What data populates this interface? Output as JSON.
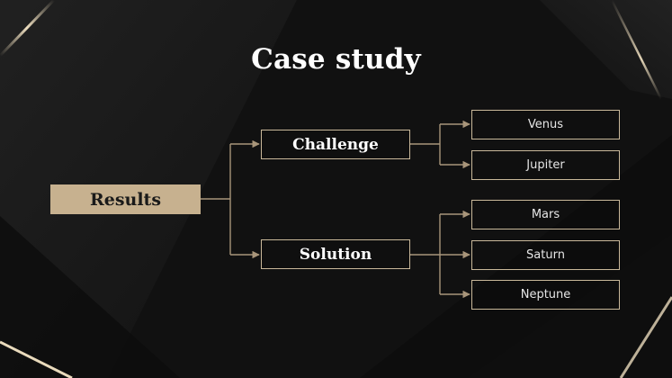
{
  "slide": {
    "title": "Case study",
    "root": "Results",
    "branches": [
      {
        "label": "Challenge",
        "children": [
          "Venus",
          "Jupiter"
        ]
      },
      {
        "label": "Solution",
        "children": [
          "Mars",
          "Saturn",
          "Neptune"
        ]
      }
    ]
  },
  "colors": {
    "background": "#141414",
    "accent_gold": "#c7b18f",
    "box_border": "#c9b89a",
    "connector": "#a8957a",
    "text": "#ffffff"
  }
}
